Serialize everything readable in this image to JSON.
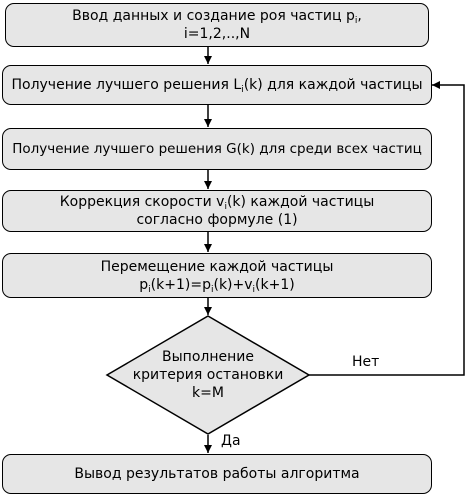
{
  "steps": {
    "input": {
      "line1_pre": "Ввод данных и создание роя частиц p",
      "line1_sub": "i",
      "line1_post": ",",
      "line2": "i=1,2,..,N"
    },
    "local_best": {
      "pre": "Получение лучшего решения L",
      "sub": "i",
      "post": "(k) для каждой частицы"
    },
    "global_best": {
      "text": "Получение лучшего решения G(k) для среди всех частиц"
    },
    "velocity": {
      "line1_pre": "Коррекция скорости v",
      "line1_sub": "i",
      "line1_post": "(k) каждой частицы",
      "line2": "согласно формуле (1)"
    },
    "move": {
      "line1": "Перемещение  каждой частицы",
      "f_p1": "p",
      "f_s1": "i",
      "f_m1": "(k+1)=p",
      "f_s2": "i",
      "f_m2": "(k)+v",
      "f_s3": "i",
      "f_m3": "(k+1)"
    },
    "decision": {
      "line1": "Выполнение",
      "line2": "критерия остановки",
      "line3": "k=M"
    },
    "output": {
      "text": "Вывод результатов работы алгоритма"
    }
  },
  "edges": {
    "no_label": "Нет",
    "yes_label": "Да"
  },
  "colors": {
    "box_fill": "#e6e6e6",
    "stroke": "#000000"
  }
}
